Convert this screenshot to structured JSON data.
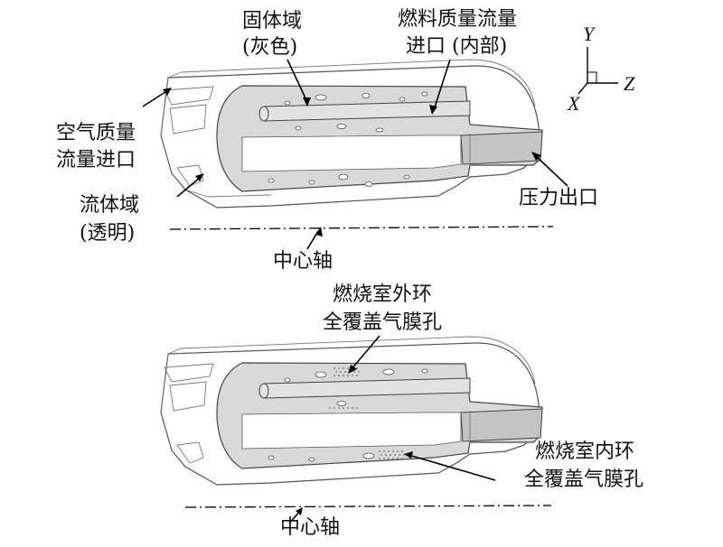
{
  "labels": {
    "solid_domain": [
      "固体域",
      "(灰色)"
    ],
    "fuel_inlet": [
      "燃料质量流量",
      "进口 (内部)"
    ],
    "air_inlet": [
      "空气质量",
      "流量进口"
    ],
    "fluid_domain": [
      "流体域",
      "(透明)"
    ],
    "pressure_outlet": "压力出口",
    "center_axis_top": "中心轴",
    "outer_film": [
      "燃烧室外环",
      "全覆盖气膜孔"
    ],
    "inner_film": [
      "燃烧室内环",
      "全覆盖气膜孔"
    ],
    "center_axis_bottom": "中心轴"
  },
  "axes": {
    "y": "Y",
    "z": "Z",
    "x": "X"
  },
  "colors": {
    "solid": "#d9d9d9",
    "line": "#444444",
    "background": "#ffffff"
  }
}
